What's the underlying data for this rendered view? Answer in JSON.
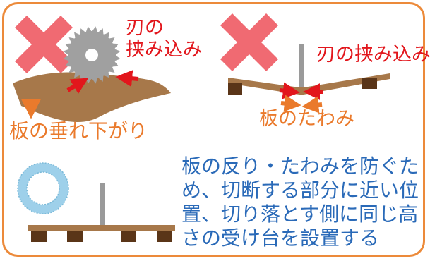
{
  "labels": {
    "pinch_left": [
      "刃の",
      "挟み込み"
    ],
    "pinch_right": "刃の挟み込み",
    "bend": "板のたわみ",
    "sag": "板の垂れ下がり",
    "note_lines": [
      "板の反り・たわみを防ぐた",
      "め、切断する部分に近い位",
      "置、切り落とす側に同じ高",
      "さの受け台を設置する"
    ]
  },
  "colors": {
    "border": "#ec8a3a",
    "cross": "#f06a72",
    "board": "#a7784a",
    "support": "#5a3518",
    "blade": "#9a9a9a",
    "arrow_red": "#e2161c",
    "arrow_orange": "#ea7a2c",
    "ring": "#9ed0ea",
    "note_text": "#2a6ab8"
  },
  "icons": [
    "cross-mark-icon",
    "saw-blade-icon",
    "circular-blade-icon",
    "force-arrow-icon"
  ]
}
